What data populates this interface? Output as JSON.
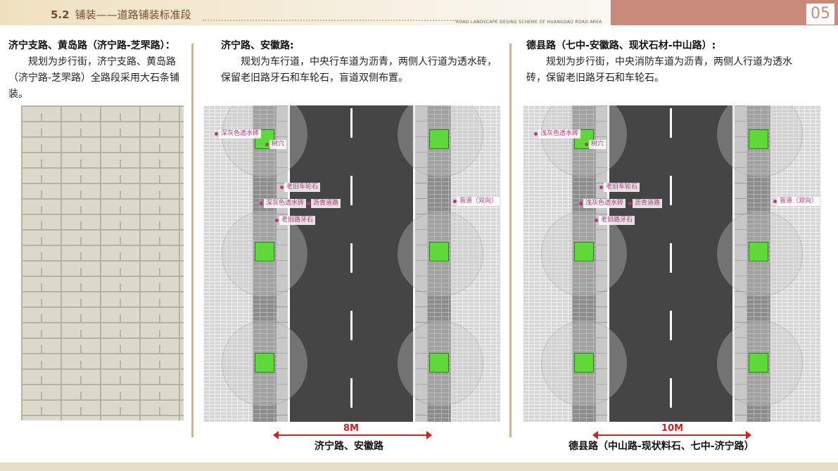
{
  "header": {
    "section_number": "5.2",
    "section_title": "铺装——道路铺装标准段",
    "subtitle_en": "ROAD LANDSCAPE DESING SCHEME OF HUANGDAO ROAD AREA",
    "page_number": "05"
  },
  "col1": {
    "title": "济宁支路、黄岛路（济宁路-芝罘路）：",
    "body": "规划为步行街，济宁支路、黄岛路（济宁路-芝罘路）全路段采用大石条铺装。"
  },
  "col2": {
    "title": "济宁路、安徽路:",
    "body": "规划为车行道，中央行车道为沥青，两侧人行道为透水砖，保留老旧路牙石和车轮石，盲道双侧布置。",
    "labels": {
      "l1": "深灰色透水砖",
      "l2": "树穴",
      "l3": "老旧车轮石",
      "l4": "深灰色透水砖",
      "l5": "沥青道路",
      "l6": "老旧路牙石",
      "l7": "盲道（双向）"
    },
    "dimension": "8M",
    "caption": "济宁路、安徽路"
  },
  "col3": {
    "title": "德县路（七中-安徽路、现状石材-中山路）:",
    "body": "规划为步行街，中央消防车道为沥青，两侧人行道为透水砖，保留老旧路牙石和车轮石。",
    "labels": {
      "l1": "浅灰色透水砖",
      "l2": "树穴",
      "l3": "老旧车轮石",
      "l4": "浅灰色透水砖",
      "l5": "沥青道路",
      "l6": "老旧路牙石",
      "l7": "盲道（双向）"
    },
    "dimension": "10M",
    "caption": "德县路（中山路-现状料石、七中-济宁路）"
  },
  "colors": {
    "accent": "#c9897b",
    "label": "#c0357a",
    "dimension": "#d42020",
    "tree_pit": "#5fd83a",
    "asphalt": "#454545"
  }
}
